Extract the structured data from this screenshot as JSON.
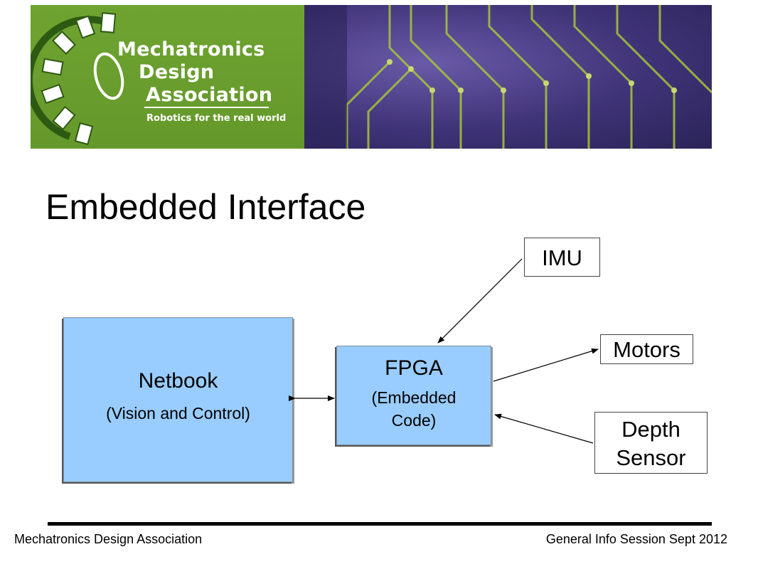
{
  "banner": {
    "logo_lines": [
      "Mechatronics",
      "Design",
      "Association"
    ],
    "tagline": "Robotics for the real world"
  },
  "slide": {
    "title": "Embedded Interface"
  },
  "diagram": {
    "netbook": {
      "title": "Netbook",
      "subtitle": "(Vision and Control)"
    },
    "fpga": {
      "title": "FPGA",
      "subtitle_line1": "(Embedded",
      "subtitle_line2": "Code)"
    },
    "imu": "IMU",
    "motors": "Motors",
    "depth_sensor_line1": "Depth",
    "depth_sensor_line2": "Sensor"
  },
  "footer": {
    "left": "Mechatronics Design Association",
    "right": "General Info Session Sept 2012"
  },
  "colors": {
    "box_fill": "#99ccff",
    "banner_green": "#6fa331",
    "banner_purple": "#3f3377"
  }
}
